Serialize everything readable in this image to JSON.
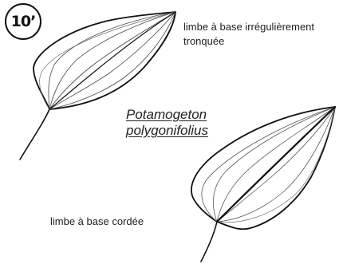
{
  "badge": {
    "text": "10’"
  },
  "labels": {
    "top": "limbe à base irrégulièrement tronquée",
    "bottom": "limbe à base cordée"
  },
  "species": {
    "line1": "Potamogeton",
    "line2": "polygonifolius"
  }
}
